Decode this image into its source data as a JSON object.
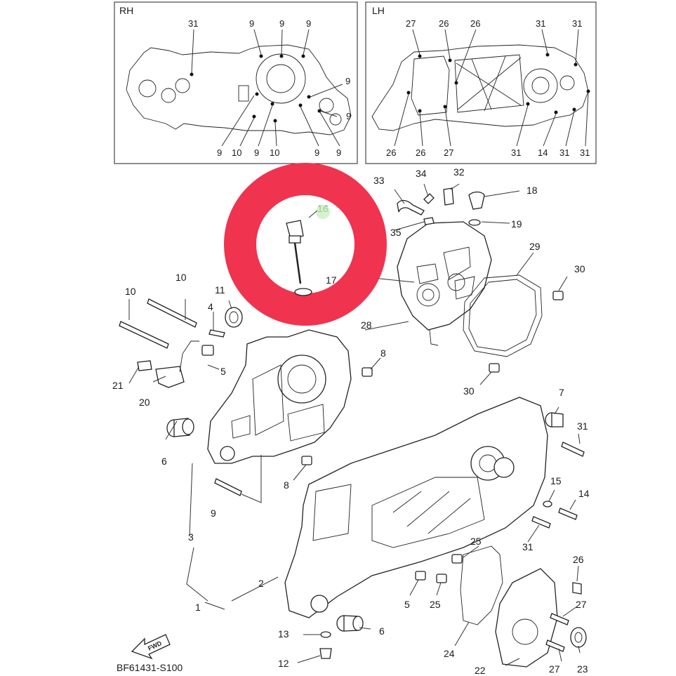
{
  "inset_rh": {
    "title": "RH",
    "labels": [
      "31",
      "9",
      "9",
      "9",
      "9",
      "9",
      "9",
      "10",
      "9",
      "10",
      "9",
      "9"
    ]
  },
  "inset_lh": {
    "title": "LH",
    "labels": [
      "27",
      "26",
      "26",
      "31",
      "31",
      "26",
      "26",
      "27",
      "31",
      "14",
      "31",
      "31"
    ]
  },
  "callouts": {
    "p1": "1",
    "p2": "2",
    "p3": "3",
    "p4": "4",
    "p5a": "5",
    "p5b": "5",
    "p6a": "6",
    "p6b": "6",
    "p7": "7",
    "p8a": "8",
    "p8b": "8",
    "p9": "9",
    "p10a": "10",
    "p10b": "10",
    "p11": "11",
    "p12": "12",
    "p13": "13",
    "p14": "14",
    "p15": "15",
    "p16": "16",
    "p17": "17",
    "p18": "18",
    "p19": "19",
    "p20": "20",
    "p21": "21",
    "p22": "22",
    "p23": "23",
    "p24": "24",
    "p25a": "25",
    "p25b": "25",
    "p26": "26",
    "p27a": "27",
    "p27b": "27",
    "p28": "28",
    "p29": "29",
    "p30a": "30",
    "p30b": "30",
    "p31a": "31",
    "p31b": "31",
    "p32": "32",
    "p33": "33",
    "p34": "34",
    "p35": "35"
  },
  "fwd_label": "FWD",
  "diagram_code": "BF61431-S100",
  "highlight_color": "#f0334f"
}
